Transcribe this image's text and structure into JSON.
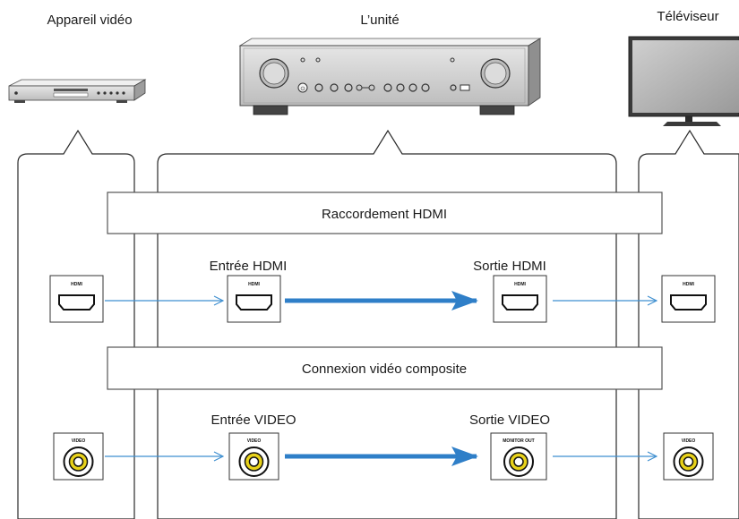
{
  "devices": {
    "video_device": "Appareil vidéo",
    "unit": "L’unité",
    "tv": "Téléviseur"
  },
  "sections": {
    "hdmi_title": "Raccordement HDMI",
    "composite_title": "Connexion vidéo composite"
  },
  "ports": {
    "hdmi_in_label": "Entrée HDMI",
    "hdmi_out_label": "Sortie HDMI",
    "video_in_label": "Entrée VIDEO",
    "video_out_label": "Sortie VIDEO"
  },
  "jack_tags": {
    "hdmi": "HDMI",
    "video": "VIDEO",
    "monitor_out": "MONITOR OUT"
  },
  "colors": {
    "arrow": "#2f7fc8",
    "jack_yellow": "#e8d21a",
    "device_body": "#d9d9d9"
  },
  "icons": {
    "hdmi_jack": "hdmi-port-icon",
    "rca_jack": "rca-video-jack-icon"
  }
}
